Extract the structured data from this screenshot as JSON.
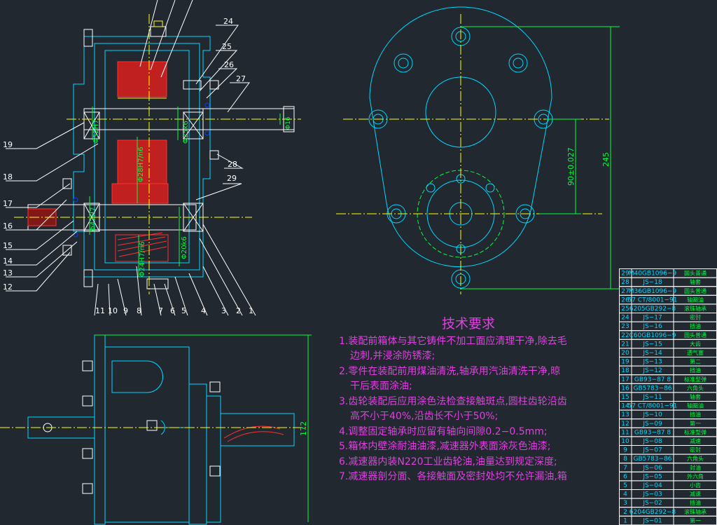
{
  "balloons": [
    "1",
    "2",
    "3",
    "4",
    "5",
    "6",
    "7",
    "8",
    "9",
    "10",
    "11",
    "12",
    "13",
    "14",
    "15",
    "16",
    "17",
    "18",
    "19",
    "24",
    "25",
    "26",
    "27",
    "28",
    "29"
  ],
  "section_dims": [
    "Φ52H7",
    "Φ25k6",
    "Φ28H7/n6",
    "Φ47H7",
    "Φ20k6",
    "Φ24H7/n6",
    "Φ16"
  ],
  "face_dims": {
    "height": "245",
    "center_distance": "90±0.027"
  },
  "plan_dims": {
    "width": "172"
  },
  "tech": {
    "title": "技术要求",
    "items": [
      {
        "first": "1.装配前箱体与其它铸件不加工面应清理干净,除去毛",
        "cont": "边刺,并浸涂防锈漆;"
      },
      {
        "first": "2.零件在装配前用煤油清洗,轴承用汽油清洗干净,晾",
        "cont": "干后表面涂油;"
      },
      {
        "first": "3.齿轮装配后应用涂色法检查接触斑点,圆柱齿轮沿齿",
        "cont": "高不小于40%,沿齿长不小于50%;"
      },
      {
        "first": "4.调整固定轴承时应留有轴向间隙0.2−0.5mm;",
        "cont": ""
      },
      {
        "first": "5.箱体内壁涂耐油油漆,减速器外表面涂灰色油漆;",
        "cont": ""
      },
      {
        "first": "6.减速器内装N220工业齿轮油,油量达到规定深度;",
        "cont": ""
      },
      {
        "first": "7.减速器剖分面、各接触面及密封处均不允许漏油,箱",
        "cont": ""
      }
    ]
  },
  "bom": [
    {
      "no": "29",
      "code": "M40GB1096−9",
      "name": "圆头普通"
    },
    {
      "no": "28",
      "code": "JS−18",
      "name": "轴套"
    },
    {
      "no": "27",
      "code": "M36GB1096−9",
      "name": "圆头普通"
    },
    {
      "no": "26",
      "code": "57 CT/8001−91",
      "name": "轴圈油"
    },
    {
      "no": "25",
      "code": "6205GB292−8",
      "name": "滚珠轴承"
    },
    {
      "no": "24",
      "code": "JS−17",
      "name": "密封"
    },
    {
      "no": "23",
      "code": "JS−16",
      "name": "挡油"
    },
    {
      "no": "22",
      "code": "C60GB1096−9",
      "name": "圆头普通"
    },
    {
      "no": "21",
      "code": "JS−15",
      "name": "大齿"
    },
    {
      "no": "20",
      "code": "JS−14",
      "name": "透气塞"
    },
    {
      "no": "19",
      "code": "JS−13",
      "name": "第二"
    },
    {
      "no": "18",
      "code": "JS−12",
      "name": "挡油"
    },
    {
      "no": "17",
      "code": "GB93−87 8",
      "name": "标准型弹"
    },
    {
      "no": "16",
      "code": "GB5783−86",
      "name": "六角头"
    },
    {
      "no": "15",
      "code": "JS−11",
      "name": "轴套"
    },
    {
      "no": "14",
      "code": "57 CT/8001−91",
      "name": "轴圈油"
    },
    {
      "no": "13",
      "code": "JS−10",
      "name": "挡油"
    },
    {
      "no": "12",
      "code": "JS−09",
      "name": "第一"
    },
    {
      "no": "11",
      "code": "GB93−87 8",
      "name": "标准型弹"
    },
    {
      "no": "10",
      "code": "JS−08",
      "name": "减速"
    },
    {
      "no": "9",
      "code": "JS−07",
      "name": "密封"
    },
    {
      "no": "8",
      "code": "GB5783−86",
      "name": "六角头"
    },
    {
      "no": "7",
      "code": "JS−06",
      "name": "封油"
    },
    {
      "no": "6",
      "code": "JS−05",
      "name": "外六角"
    },
    {
      "no": "5",
      "code": "JS−04",
      "name": "小齿"
    },
    {
      "no": "4",
      "code": "JS−03",
      "name": "减速"
    },
    {
      "no": "3",
      "code": "JS−02",
      "name": "挡油"
    },
    {
      "no": "2",
      "code": "6204GB292−8",
      "name": "滚珠轴承"
    },
    {
      "no": "1",
      "code": "JS−01",
      "name": "第一"
    }
  ]
}
